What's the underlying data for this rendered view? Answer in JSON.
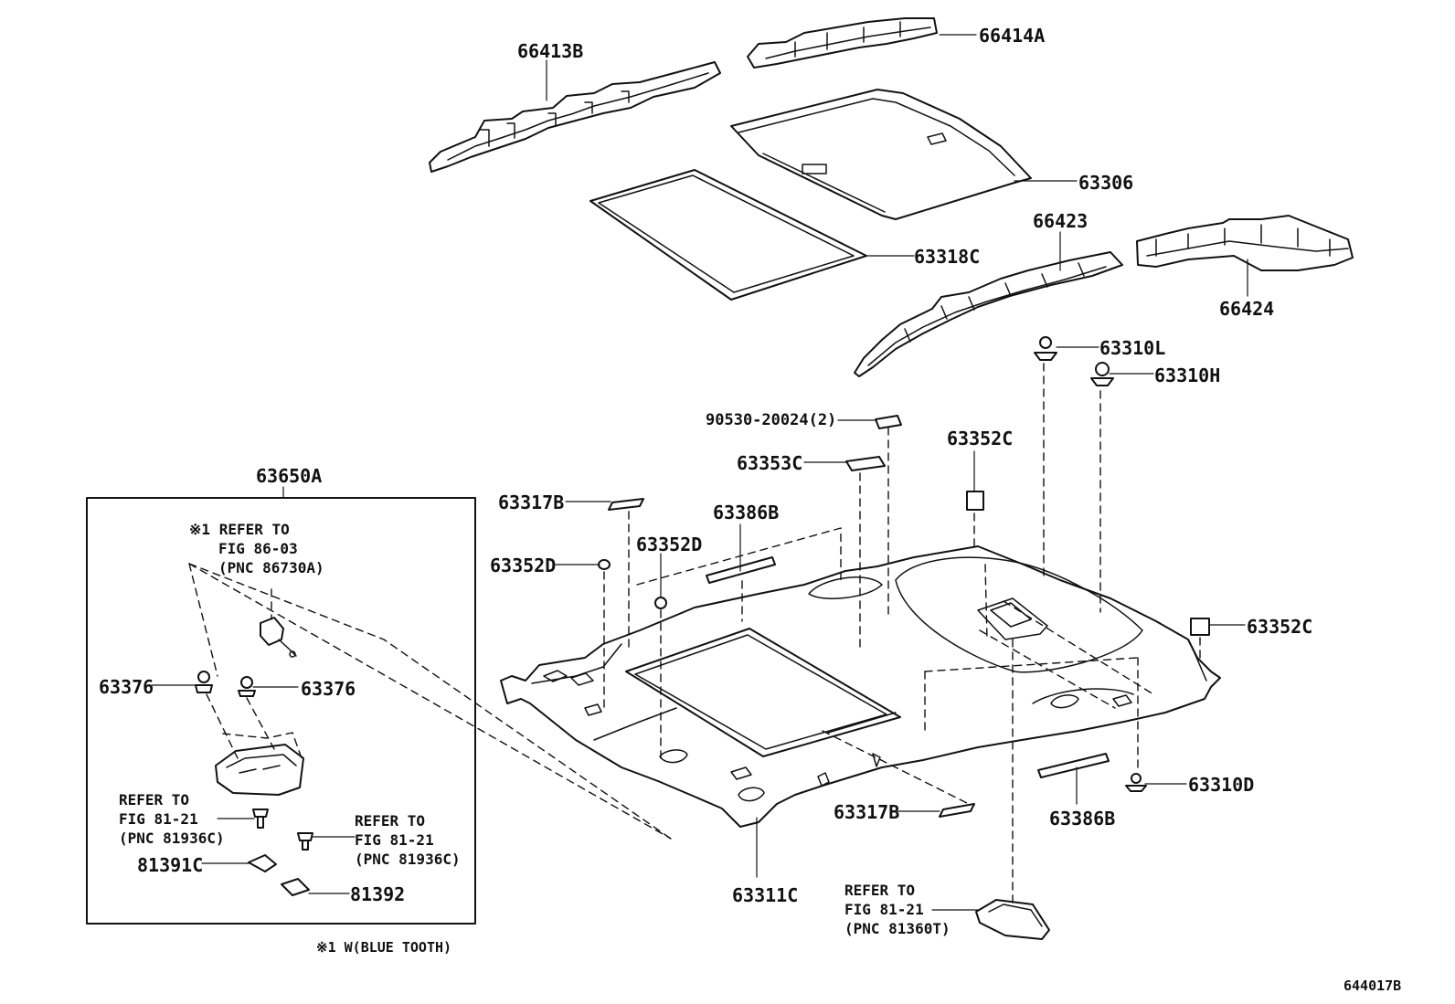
{
  "diagram_id": "644017B",
  "footnote": "※1 W(BLUE TOOTH)",
  "parts": {
    "p66413B": "66413B",
    "p66414A": "66414A",
    "p63306": "63306",
    "p63318C": "63318C",
    "p66423": "66423",
    "p66424": "66424",
    "p63310L": "63310L",
    "p63310H": "63310H",
    "p90530": "90530-20024(2)",
    "p63353C": "63353C",
    "p63352C_top": "63352C",
    "p63352C_right": "63352C",
    "p63317B_top": "63317B",
    "p63386B_top": "63386B",
    "p63352D_left": "63352D",
    "p63352D_mid": "63352D",
    "p63650A": "63650A",
    "p63376_left": "63376",
    "p63376_right": "63376",
    "p81391C": "81391C",
    "p81392": "81392",
    "p63317B_bottom": "63317B",
    "p63386B_bottom": "63386B",
    "p63311C": "63311C",
    "p63310D": "63310D"
  },
  "notes": {
    "bluetooth": {
      "mark": "※1",
      "line1": "REFER TO",
      "line2": "FIG 86-03",
      "line3": "(PNC 86730A)"
    },
    "left_ref": {
      "line1": "REFER TO",
      "line2": "FIG 81-21",
      "line3": "(PNC 81936C)"
    },
    "right_ref": {
      "line1": "REFER TO",
      "line2": "FIG 81-21",
      "line3": "(PNC 81936C)"
    },
    "bottom_ref": {
      "line1": "REFER TO",
      "line2": "FIG 81-21",
      "line3": "(PNC 81360T)"
    }
  }
}
